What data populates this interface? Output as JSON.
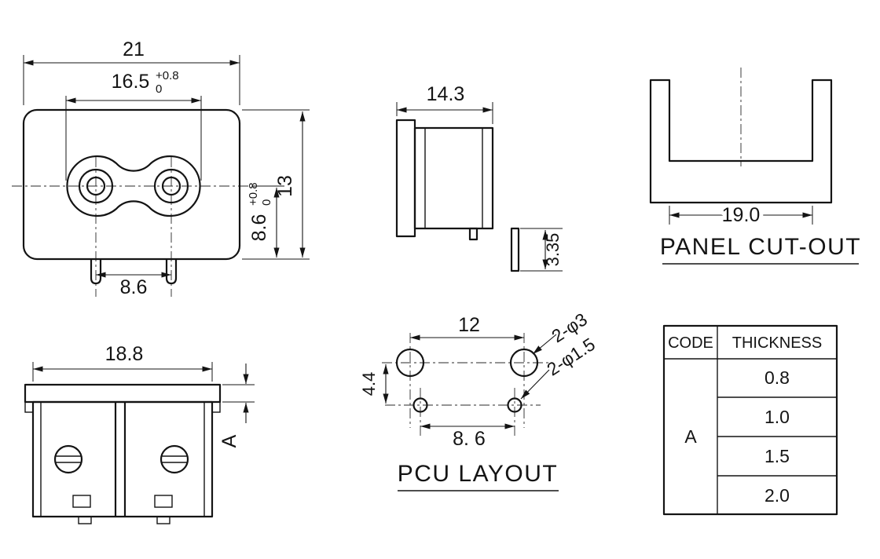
{
  "front_view": {
    "dim_overall_width": "21",
    "dim_recess_width": "16.5",
    "dim_recess_width_tol_up": "+0.8",
    "dim_recess_width_tol_low": "0",
    "dim_center_to_bottom": "8.6",
    "dim_center_tol_up": "+0.8",
    "dim_center_tol_low": "0",
    "dim_overall_height": "13",
    "dim_pin_pitch": "8.6"
  },
  "side_view": {
    "dim_depth": "14.3",
    "dim_pin_protrusion": "3.35"
  },
  "panel_cutout": {
    "dim_opening_width": "19.0",
    "title": "PANEL CUT-OUT"
  },
  "bottom_view": {
    "dim_body_width": "18.8",
    "dim_flange_code": "A"
  },
  "pcu_layout": {
    "dim_large_hole_pitch": "12",
    "dim_row_offset": "4.4",
    "dim_small_hole_pitch": "8. 6",
    "callout_large_holes": "2-φ3",
    "callout_small_holes": "2-φ1.5",
    "title": "PCU LAYOUT"
  },
  "spec_table": {
    "headers": [
      "CODE",
      "THICKNESS"
    ],
    "code": "A",
    "thickness_values": [
      "0.8",
      "1.0",
      "1.5",
      "2.0"
    ]
  },
  "colors": {
    "line": "#141414",
    "background": "#ffffff"
  }
}
